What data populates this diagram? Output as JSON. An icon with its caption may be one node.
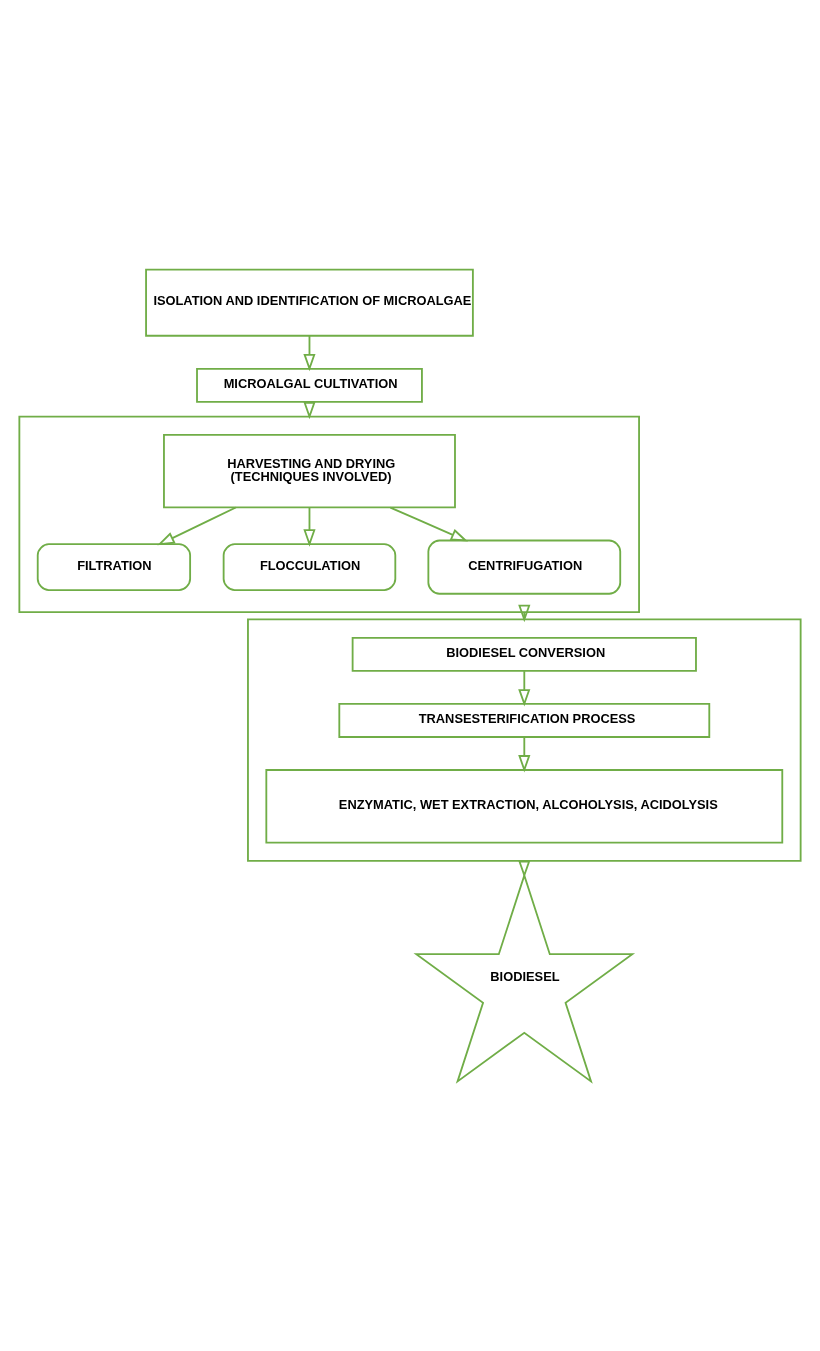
{
  "diagram": {
    "nodes": [
      {
        "text": [
          "ISOLATION AND IDENTIFICATION OF MICROALGAE"
        ]
      },
      {
        "text": [
          "MICROALGAL CULTIVATION"
        ]
      },
      {
        "text": [],
        "shape": "box"
      },
      {
        "text": [
          "HARVESTING AND DRYING",
          "(TECHNIQUES INVOLVED)"
        ],
        "in": 2
      },
      {
        "text": [
          "FILTRATION"
        ],
        "in": 2
      },
      {
        "text": [
          "FLOCCULATION"
        ],
        "in": 2
      },
      {
        "text": [
          "CENTRIFUGATION"
        ],
        "in": 2
      },
      {
        "text": [],
        "shape": "box"
      },
      {
        "text": [
          "BIODIESEL CONVERSION"
        ],
        "in": 7
      },
      {
        "text": [
          "TRANSESTERIFICATION PROCESS"
        ],
        "in": 7
      },
      {
        "text": [
          "ENZYMATIC, WET EXTRACTION, ALCOHOLYSIS, ACIDOLYSIS"
        ],
        "in": 7
      },
      {
        "text": [
          "BIODIESEL"
        ]
      }
    ],
    "edges": [
      {
        "from": 0,
        "to": 1,
        "arrow": "to"
      },
      {
        "from": 1,
        "to": 2,
        "arrow": "to"
      },
      {
        "from": 3,
        "to": 4,
        "arrow": "to"
      },
      {
        "from": 3,
        "to": 6,
        "arrow": "to"
      },
      {
        "from": 3,
        "to": 5,
        "arrow": "to"
      },
      {
        "from": 2,
        "to": 7,
        "arrow": "to"
      },
      {
        "from": 8,
        "to": 9,
        "arrow": "to"
      },
      {
        "from": 9,
        "to": 10,
        "arrow": "to"
      },
      {
        "from": 7,
        "to": 11,
        "arrow": "to"
      }
    ]
  }
}
